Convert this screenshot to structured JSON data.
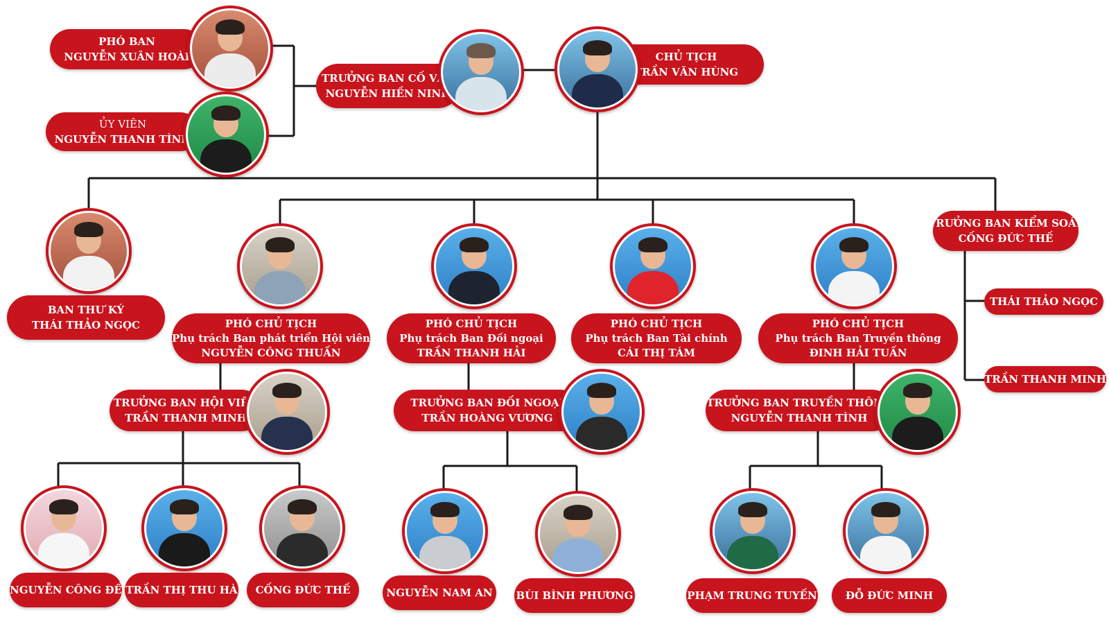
{
  "colors": {
    "accent": "#c8141d",
    "line": "#1a1a1a",
    "text": "#ffffff"
  },
  "nodes": {
    "pho_ban": {
      "line1": "PHÓ BAN",
      "line2": "NGUYỄN XUÂN HOÀI"
    },
    "uy_vien": {
      "line1": "ỦY VIÊN",
      "line2": "NGUYỄN THANH TÌNH"
    },
    "co_van": {
      "line1": "TRƯỞNG BAN CỐ VẤN",
      "line2": "NGUYỄN HIỀN NINH"
    },
    "chu_tich": {
      "line1": "CHỦ TỊCH",
      "line2": "TRẦN VĂN HÙNG"
    },
    "thu_ky": {
      "line1": "BAN THƯ KÝ",
      "line2": "THÁI THẢO NGỌC"
    },
    "pct_hoi_vien": {
      "line1": "PHÓ CHỦ TỊCH",
      "line2": "Phụ trách Ban phát triển Hội viên",
      "line3": "NGUYỄN CÔNG THUẤN"
    },
    "pct_doi_ngoai": {
      "line1": "PHÓ CHỦ TỊCH",
      "line2": "Phụ trách Ban Đối ngoại",
      "line3": "TRẦN THANH HẢI"
    },
    "pct_tai_chinh": {
      "line1": "PHÓ CHỦ TỊCH",
      "line2": "Phụ trách Ban Tài chính",
      "line3": "CÁI THỊ TÁM"
    },
    "pct_truyen_thong": {
      "line1": "PHÓ CHỦ TỊCH",
      "line2": "Phụ trách Ban Truyền thông",
      "line3": "ĐINH HẢI TUẤN"
    },
    "kiem_soat": {
      "line1": "TRƯỞNG BAN KIỂM SOÁT",
      "line2": "CỐNG ĐỨC THẾ"
    },
    "ks_member1": {
      "name": "THÁI THẢO NGỌC"
    },
    "ks_member2": {
      "name": "TRẦN THANH MINH"
    },
    "tb_hoi_vien": {
      "line1": "TRƯỞNG BAN HỘI VIÊN",
      "line2": "TRẦN THANH MINH"
    },
    "tb_doi_ngoai": {
      "line1": "TRƯỞNG BAN ĐỐI NGOẠI",
      "line2": "TRẦN HOÀNG VƯƠNG"
    },
    "tb_truyen_thong": {
      "line1": "TRƯỞNG BAN TRUYỀN THÔNG",
      "line2": "NGUYỄN THANH TÌNH"
    },
    "m_cong_de": {
      "name": "NGUYỄN CÔNG ĐỂ"
    },
    "m_thu_ha": {
      "name": "TRẦN THỊ THU HÀ"
    },
    "m_duc_the": {
      "name": "CỐNG ĐỨC THẾ"
    },
    "m_nam_an": {
      "name": "NGUYỄN NAM AN"
    },
    "m_binh_phuong": {
      "name": "BÙI BÌNH PHƯƠNG"
    },
    "m_trung_tuyen": {
      "name": "PHẠM TRUNG TUYẾN"
    },
    "m_duc_minh": {
      "name": "ĐỖ ĐỨC MINH"
    }
  }
}
